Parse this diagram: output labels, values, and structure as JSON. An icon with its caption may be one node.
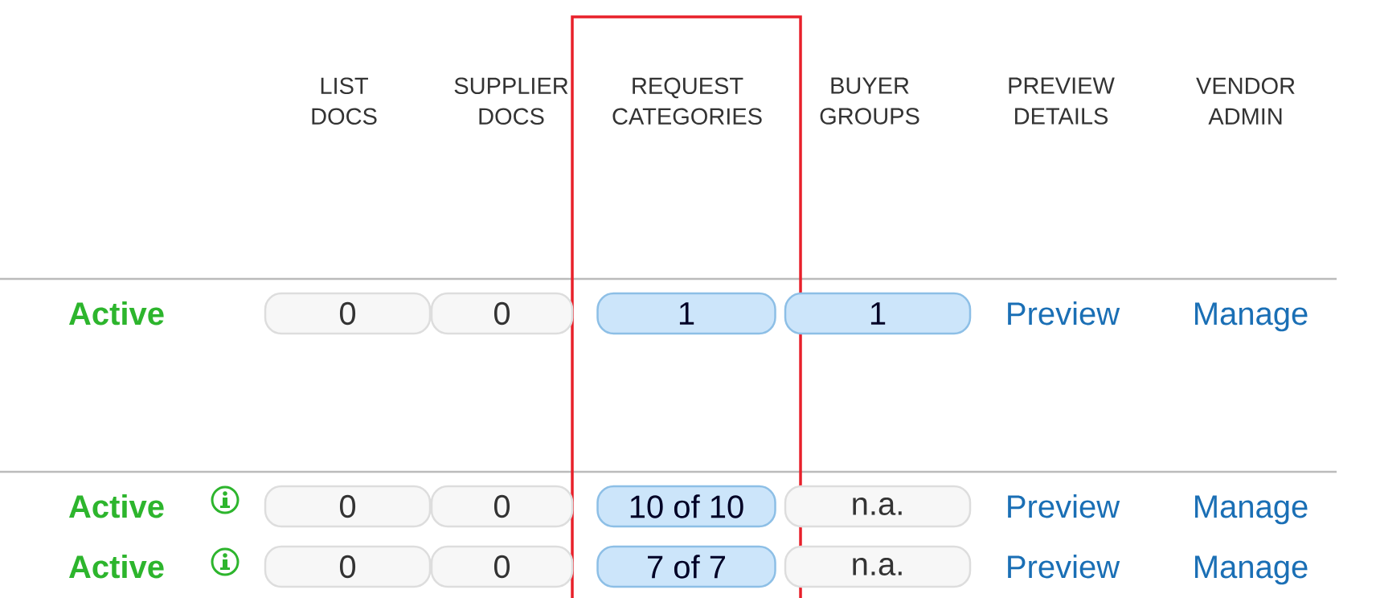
{
  "diagram": {
    "nodes": [
      {
        "text": [],
        "shape": "box"
      },
      {
        "text": [
          "0"
        ]
      },
      {
        "text": [
          "0"
        ]
      },
      {
        "text": [
          "1"
        ],
        "in": 0
      },
      {
        "text": [
          "1"
        ]
      },
      {
        "text": [
          "0"
        ]
      },
      {
        "text": [
          "0"
        ]
      },
      {
        "text": [
          "10 of 10"
        ],
        "in": 0
      },
      {
        "text": [
          "n.a."
        ]
      },
      {
        "text": [
          "0"
        ]
      },
      {
        "text": [
          "0"
        ]
      },
      {
        "text": [
          "7 of 7"
        ],
        "in": 0
      },
      {
        "text": [
          "n.a."
        ]
      }
    ],
    "labels": [
      "LIST DOCS",
      "SUPPLIER DOCS",
      "REQUEST CATEGORIES",
      "BUYER GROUPS",
      "PREVIEW DETAILS",
      "VENDOR ADMIN",
      "Active",
      "Preview",
      "Manage",
      "Active",
      "Preview",
      "Manage",
      "Active",
      "Preview",
      "Manage"
    ]
  }
}
